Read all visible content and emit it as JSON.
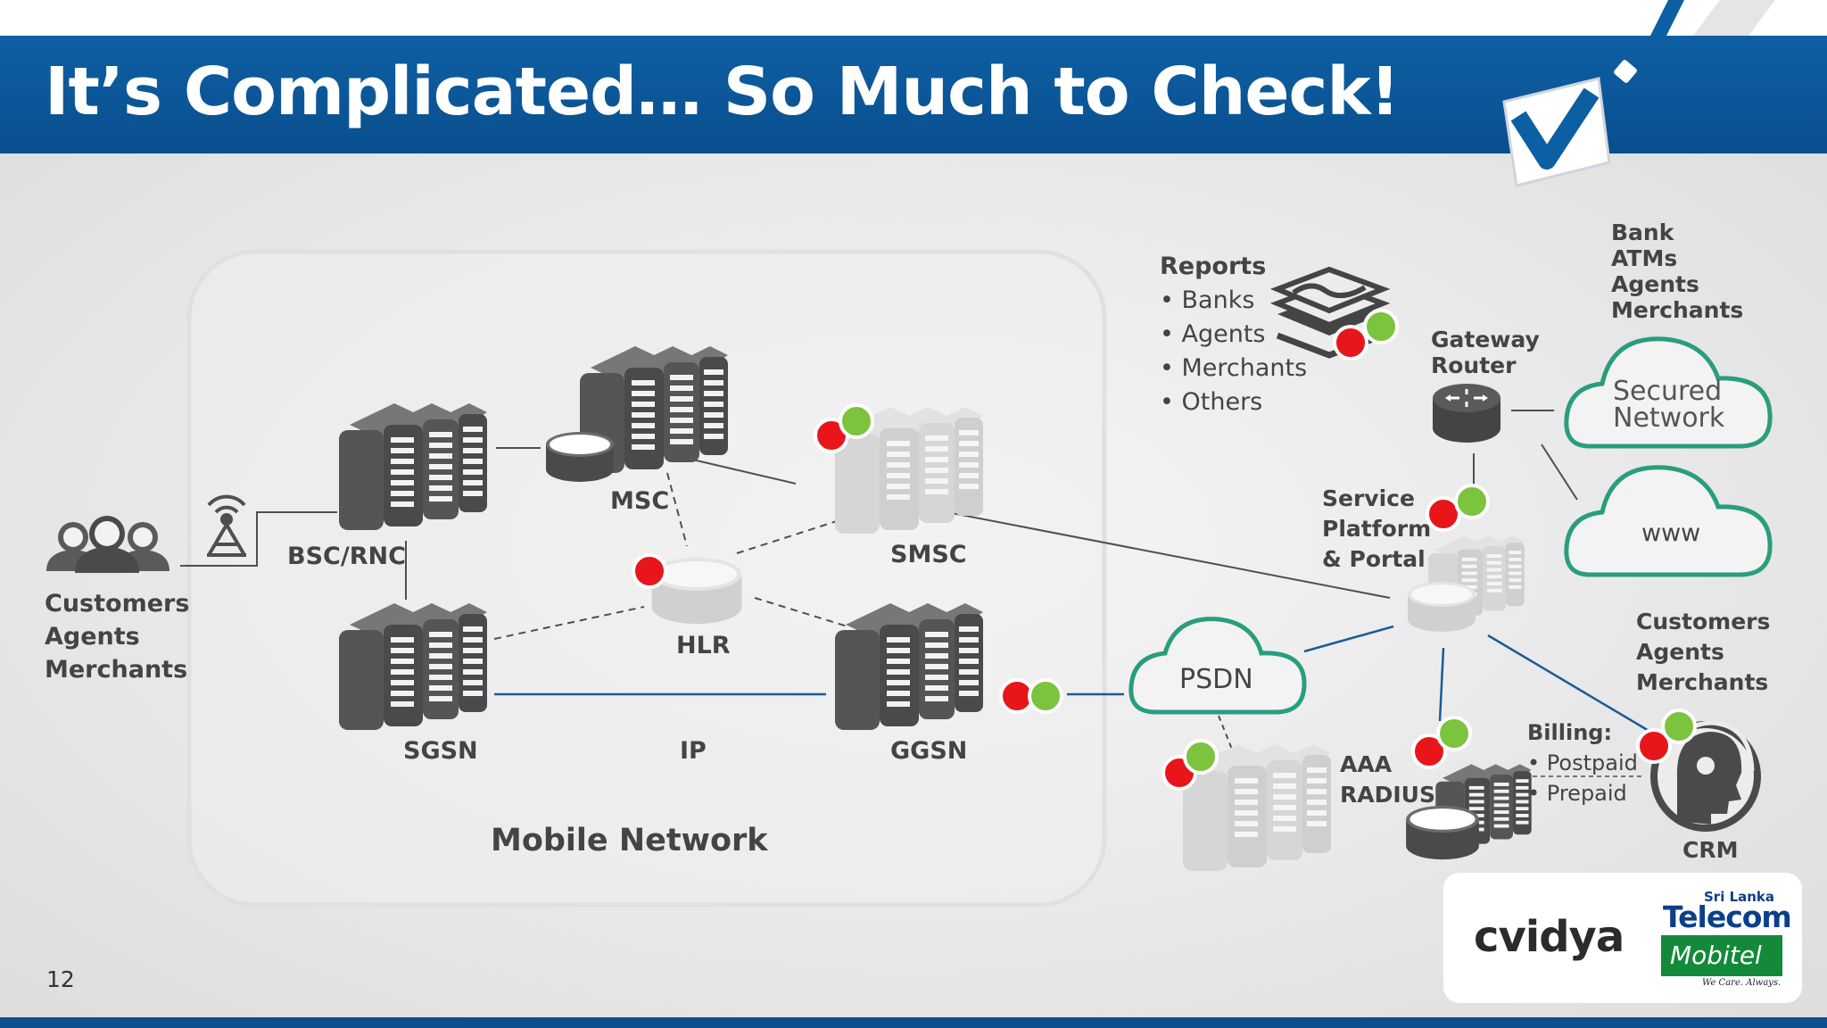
{
  "slide": {
    "title": "It’s Complicated… So Much to Check!",
    "page_number": "12"
  },
  "mobile_network": {
    "label": "Mobile Network",
    "nodes": {
      "bsc": "BSC/RNC",
      "msc": "MSC",
      "smsc": "SMSC",
      "hlr": "HLR",
      "sgsn": "SGSN",
      "ggsn": "GGSN",
      "ip": "IP"
    }
  },
  "customers_left": [
    "Customers",
    "Agents",
    "Merchants"
  ],
  "reports": {
    "title": "Reports",
    "items": [
      "• Banks",
      "• Agents",
      "• Merchants",
      "• Others"
    ]
  },
  "bank_group": [
    "Bank",
    "ATMs",
    "Agents",
    "Merchants"
  ],
  "gateway": [
    "Gateway",
    "Router"
  ],
  "clouds": {
    "secured": [
      "Secured",
      "Network"
    ],
    "www": "www",
    "psdn": "PSDN"
  },
  "service_platform": [
    "Service",
    "Platform",
    "& Portal"
  ],
  "customers_right": [
    "Customers",
    "Agents",
    "Merchants"
  ],
  "aaa": [
    "AAA",
    "RADIUS"
  ],
  "billing": {
    "title": "Billing:",
    "items": [
      "• Postpaid",
      "• Prepaid"
    ]
  },
  "crm": "CRM",
  "logos": {
    "cvidya": "cvidya",
    "slt_line1": "Sri Lanka",
    "slt_line2": "Telecom",
    "mobitel": "Mobitel",
    "tagline": "We Care. Always."
  },
  "colors": {
    "banner": "#0a5496",
    "cloud_stroke": "#2a9d7f",
    "link_blue": "#1a5c96",
    "status_red": "#e8161b",
    "status_green": "#7cc33e",
    "server_dark": "#565656",
    "server_light": "#d4d4d4"
  }
}
